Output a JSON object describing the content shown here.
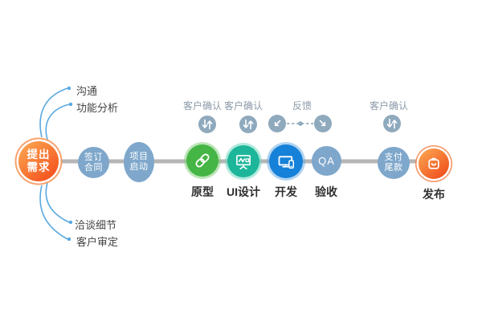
{
  "diagram_title": "software-delivery-process-flow",
  "source": {
    "label": "提出\n需求"
  },
  "branches": {
    "top1": "沟通",
    "top2": "功能分析",
    "bottom1": "洽谈细节",
    "bottom2": "客户审定"
  },
  "flow": {
    "sign": "签订\n合同",
    "kickoff": "项目\n启动",
    "qa": "QA",
    "payment": "支付\n尾款"
  },
  "stages": {
    "prototype": "原型",
    "ui_design": "UI设计",
    "development": "开发",
    "acceptance": "验收",
    "release": "发布"
  },
  "annotations": {
    "confirm1": "客户确认",
    "confirm2": "客户确认",
    "feedback": "反馈",
    "confirm3": "客户确认"
  },
  "colors": {
    "accent_orange": "#f4531f",
    "steel_blue": "#7ea7cb",
    "green": "#45b545",
    "teal": "#1db69b",
    "blue": "#1681d8",
    "connector_gray": "#b6b6b6",
    "branch_curve_blue": "#58a9e0",
    "annotation_gray_blue": "#8fa9bd"
  }
}
